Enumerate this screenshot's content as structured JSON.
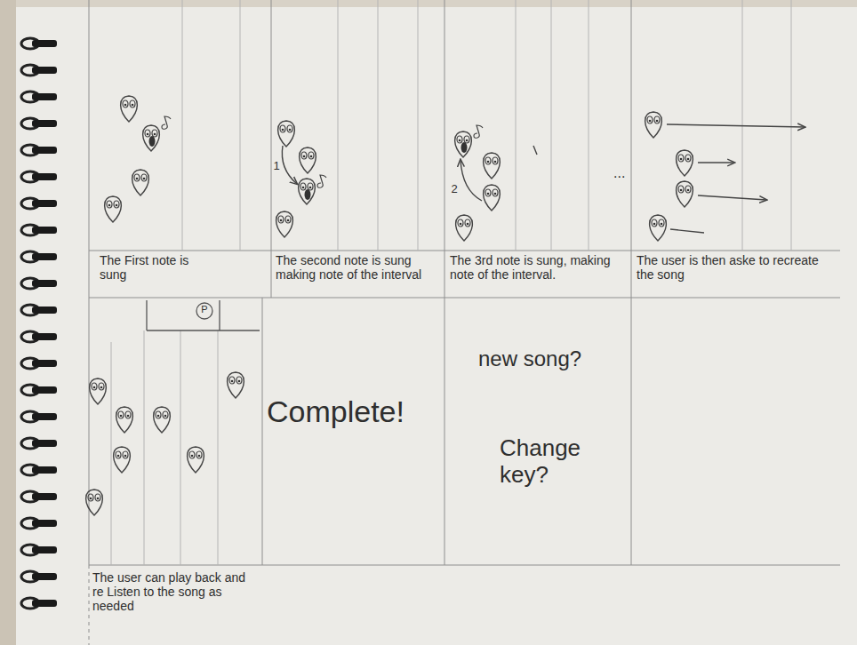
{
  "diagram": {
    "labels": [
      "The First note is sung",
      "The second note is sung making note of the interval",
      "The 3rd note is sung, making note of the interval.",
      "The user is then aske to recreate the song",
      "The user can play back and re Listen to the song as needed",
      "Complete!",
      "new song?",
      "Change key?",
      "1",
      "2",
      "...",
      "P"
    ]
  }
}
